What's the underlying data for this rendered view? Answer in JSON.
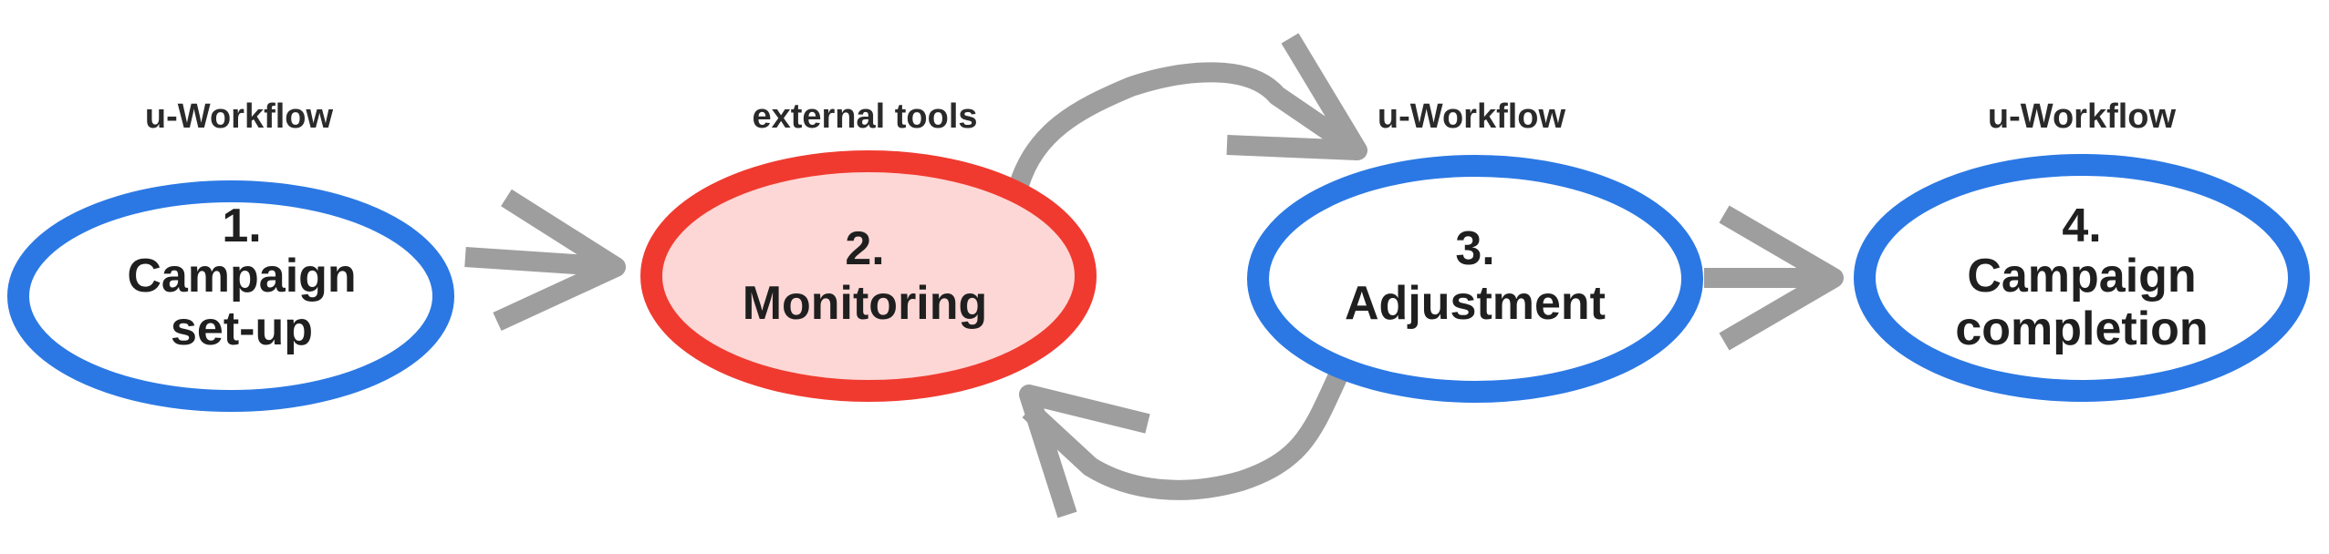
{
  "colors": {
    "ellipse_blue": "#2b78e4",
    "ellipse_red": "#f03a2f",
    "ellipse_red_fill": "#fdd7d5",
    "arrow_gray": "#9e9e9e",
    "text_dark": "#1f1f1f"
  },
  "nodes": [
    {
      "tag": "u-Workflow",
      "line1": "1.",
      "line2": "Campaign",
      "line3": "set-up"
    },
    {
      "tag": "external tools",
      "line1": "2.",
      "line2": "Monitoring",
      "line3": ""
    },
    {
      "tag": "u-Workflow",
      "line1": "3.",
      "line2": "Adjustment",
      "line3": ""
    },
    {
      "tag": "u-Workflow",
      "line1": "4.",
      "line2": "Campaign",
      "line3": "completion"
    }
  ]
}
